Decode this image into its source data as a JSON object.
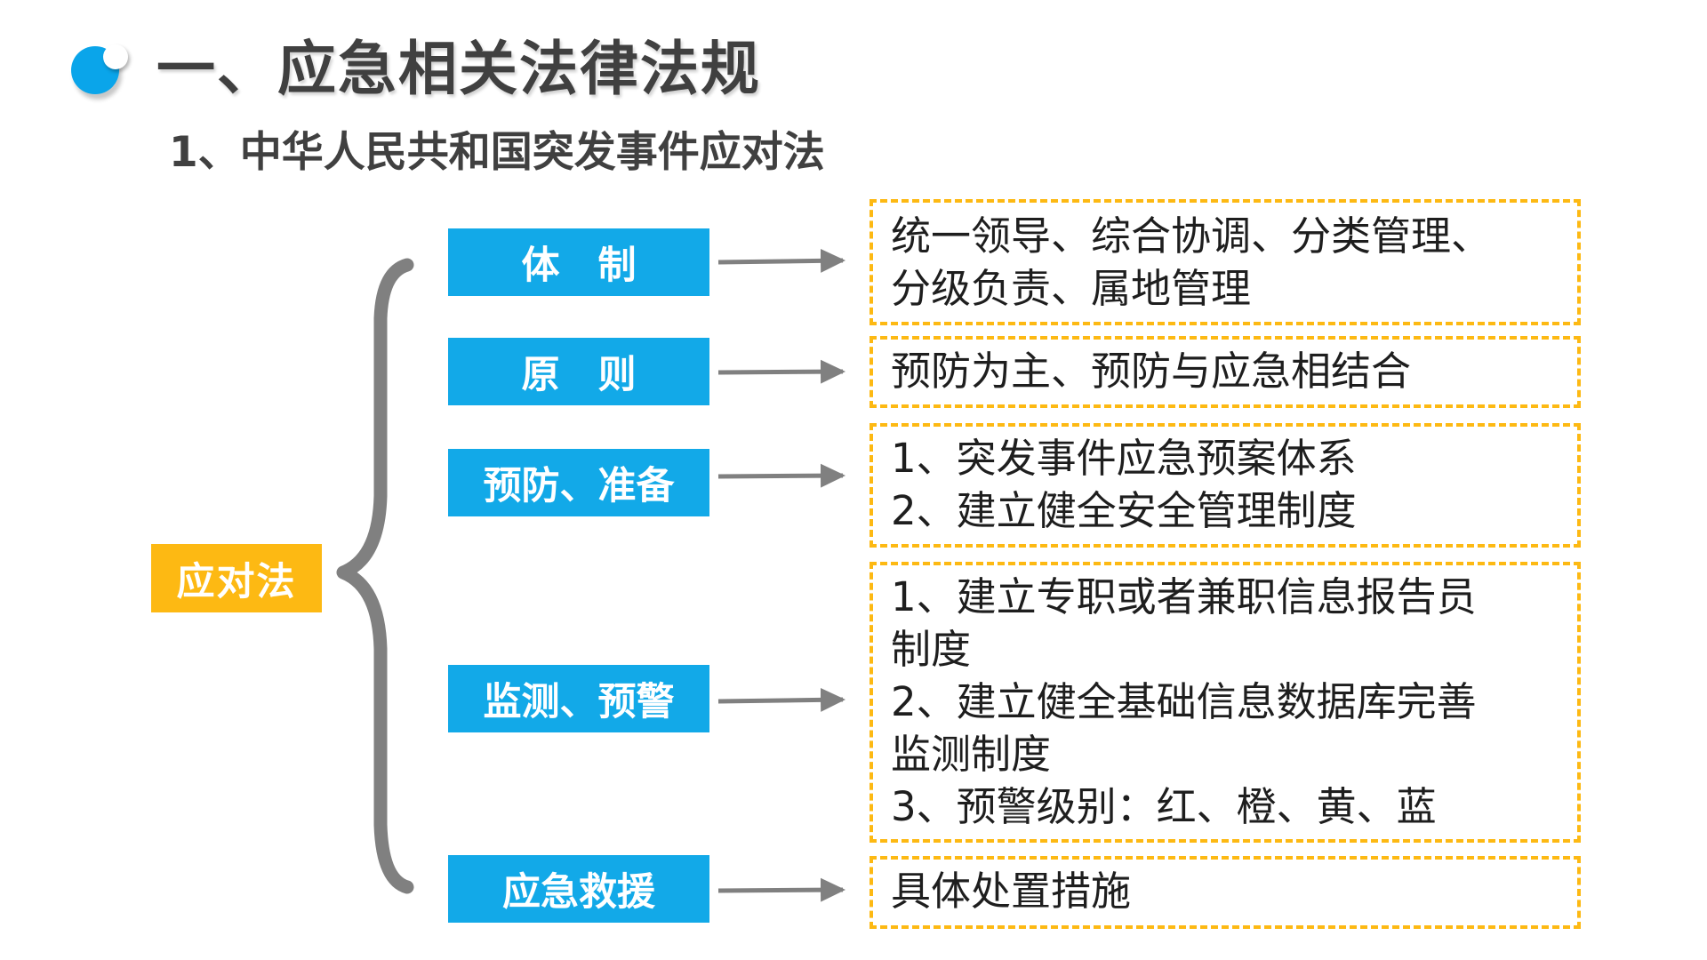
{
  "title": "一、应急相关法律法规",
  "subtitle": "1、中华人民共和国突发事件应对法",
  "root": "应对法",
  "colors": {
    "category_fill": "#12a9e8",
    "root_fill": "#fdb913",
    "dashed_border": "#fdb913",
    "arrow": "#808080",
    "brace": "#808080",
    "title_text": "#404040",
    "logo_blue": "#0aa5ea"
  },
  "branches": [
    {
      "label": "体　制",
      "lines": [
        "统一领导、综合协调、分类管理、",
        "分级负责、属地管理"
      ]
    },
    {
      "label": "原　则",
      "lines": [
        "预防为主、预防与应急相结合"
      ]
    },
    {
      "label": "预防、准备",
      "lines": [
        "1、突发事件应急预案体系",
        "2、建立健全安全管理制度"
      ]
    },
    {
      "label": "监测、预警",
      "lines": [
        "1、建立专职或者兼职信息报告员",
        "制度",
        "2、建立健全基础信息数据库完善",
        "监测制度",
        "3、预警级别：红、橙、黄、蓝"
      ]
    },
    {
      "label": "应急救援",
      "lines": [
        "具体处置措施"
      ]
    }
  ]
}
